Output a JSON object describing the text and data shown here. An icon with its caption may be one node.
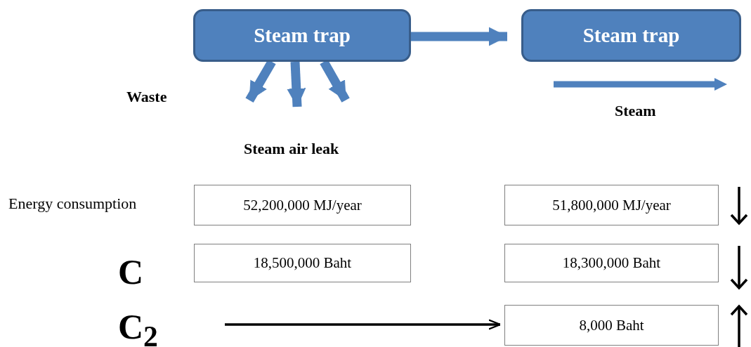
{
  "diagram": {
    "nodes": [
      {
        "text": [
          "Steam trap"
        ]
      },
      {
        "text": [
          "Steam trap"
        ]
      },
      {
        "text": [
          "52,200,000 MJ/year"
        ]
      },
      {
        "text": [
          "51,800,000 MJ/year"
        ]
      },
      {
        "text": [
          "18,500,000 Baht"
        ]
      },
      {
        "text": [
          "18,300,000 Baht"
        ]
      },
      {
        "text": [
          "8,000 Baht"
        ]
      }
    ],
    "edges": [
      {
        "from": 0,
        "to": 1,
        "arrow": "to"
      },
      {
        "from": 0,
        "to": null,
        "arrow": "to"
      },
      {
        "from": 0,
        "to": null,
        "arrow": "to"
      },
      {
        "from": 0,
        "to": null,
        "arrow": "to"
      },
      {
        "from": null,
        "to": 6,
        "arrow": "to",
        "color": "#000000"
      }
    ],
    "labels": [
      "Waste",
      "Steam",
      "Steam air leak",
      "Energy consumption",
      "C",
      "C$_{2}$"
    ]
  }
}
